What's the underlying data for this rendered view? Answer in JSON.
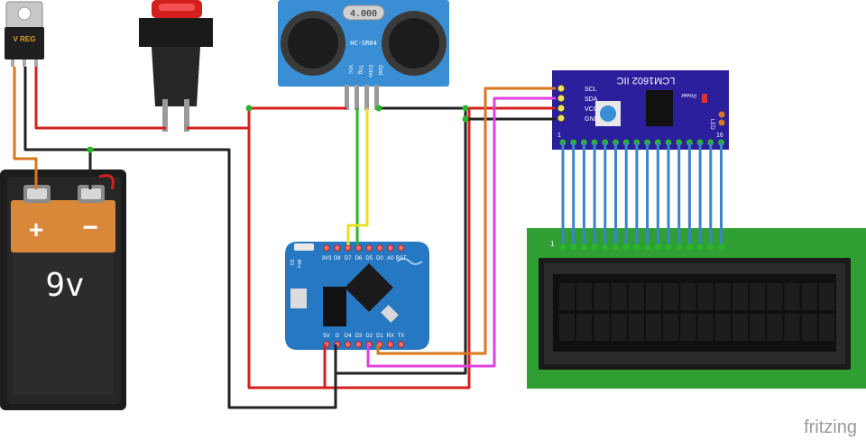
{
  "battery": {
    "plus": "+",
    "minus": "−",
    "voltage": "9v"
  },
  "regulator": {
    "label": "V REG"
  },
  "sensor": {
    "model": "HC-SR04",
    "crystal": "4.000",
    "pins": [
      "Vcc",
      "Trig",
      "Echo",
      "Gnd"
    ]
  },
  "board": {
    "top_pins": [
      "3V3",
      "D8",
      "D7",
      "D6",
      "D5",
      "D0",
      "A0",
      "RST"
    ],
    "bottom_pins": [
      "5V",
      "G",
      "D4",
      "D3",
      "D2",
      "D1",
      "RX",
      "TX"
    ],
    "side_text": [
      "D1",
      "Mini"
    ]
  },
  "i2c": {
    "title": "LCM1602 IIC",
    "pins": [
      "SCL",
      "SDA",
      "VCC",
      "GND"
    ],
    "power": "Power",
    "led": "LED",
    "first_pin": "1",
    "last_pin": "16"
  },
  "lcd": {
    "pin1": "1"
  },
  "watermark": "fritzing",
  "colors": {
    "red_wire": "#d42020",
    "black_wire": "#222222",
    "orange_wire": "#d9761e",
    "green_wire": "#2bb52b",
    "yellow_wire": "#e8e020",
    "magenta_wire": "#e040e0",
    "blue_wire": "#3a84c8",
    "board_blue": "#2778c2",
    "sensor_blue": "#3a8fd4",
    "pcb_green": "#2f9e33",
    "i2c_board": "#2b1f9c"
  }
}
